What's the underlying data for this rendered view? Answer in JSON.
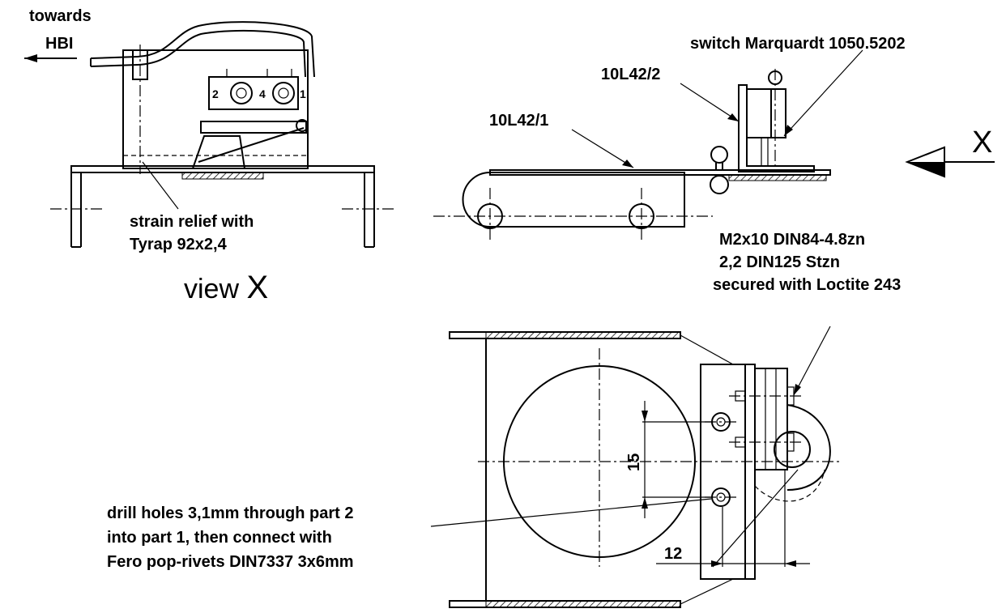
{
  "labels": {
    "towards": "towards",
    "hbi": "HBI",
    "switch_label": "switch Marquardt 1050.5202",
    "part2": "10L42/2",
    "part1": "10L42/1",
    "view_arrow": "X",
    "strain_relief_1": "strain relief with",
    "strain_relief_2": "Tyrap 92x2,4",
    "view_x_word": "view",
    "view_x_letter": "X",
    "screw_1": "M2x10 DIN84-4.8zn",
    "screw_2": "2,2 DIN125 Stzn",
    "screw_3": "secured with Loctite 243",
    "drill_1": "drill holes 3,1mm through part 2",
    "drill_2": "into part 1, then connect with",
    "drill_3": "Fero pop-rivets DIN7337 3x6mm",
    "dim_15": "15",
    "dim_12": "12",
    "term_2": "2",
    "term_4": "4",
    "term_1": "1"
  }
}
